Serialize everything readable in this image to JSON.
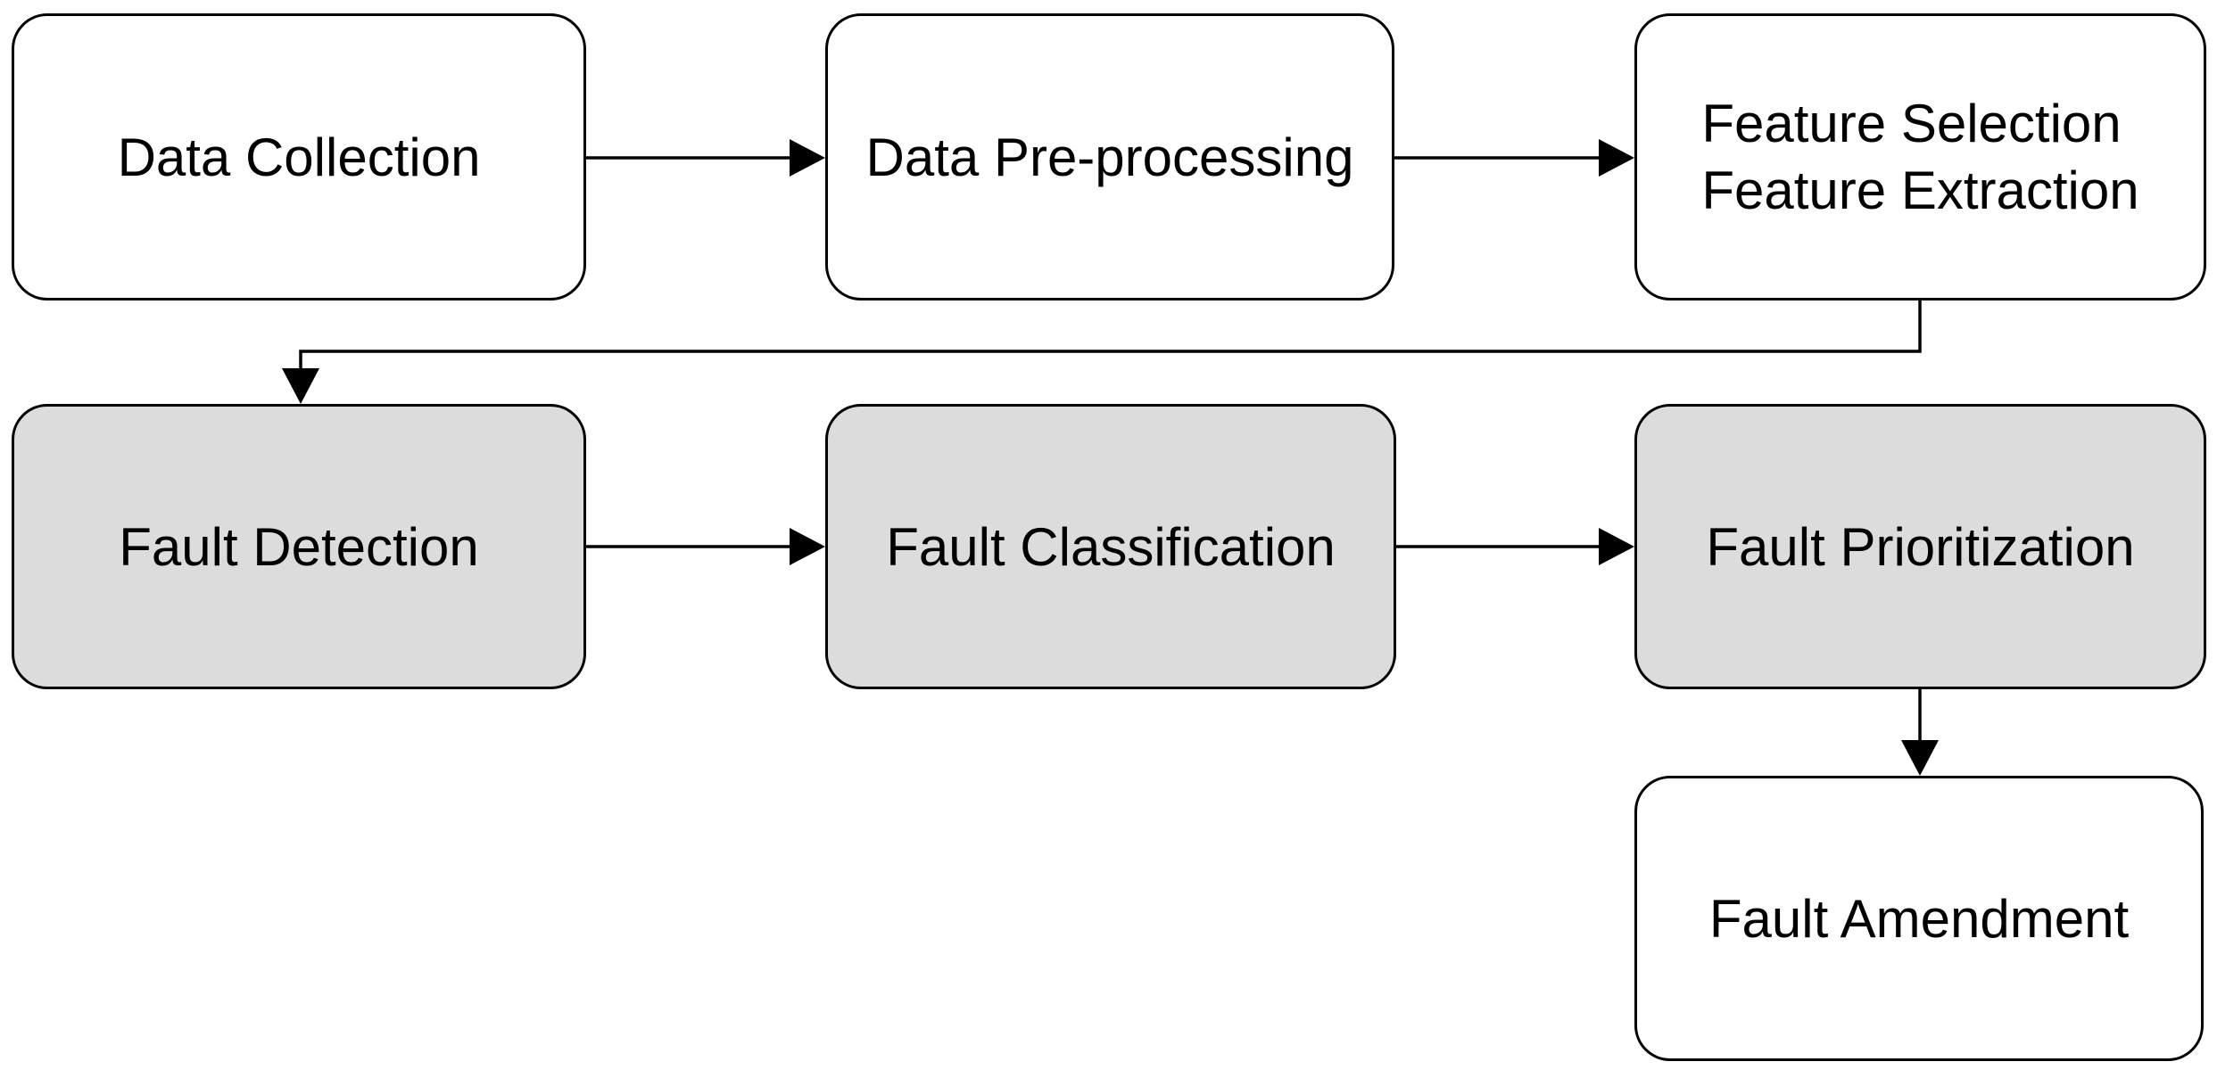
{
  "diagram": {
    "nodes": [
      {
        "id": "data-collection",
        "label": "Data Collection",
        "shaded": false
      },
      {
        "id": "data-pre-processing",
        "label": "Data Pre-processing",
        "shaded": false
      },
      {
        "id": "feature-sel-ext",
        "label_lines": [
          "Feature Selection",
          "Feature Extraction"
        ],
        "shaded": false
      },
      {
        "id": "fault-detection",
        "label": "Fault Detection",
        "shaded": true
      },
      {
        "id": "fault-classification",
        "label": "Fault Classification",
        "shaded": true
      },
      {
        "id": "fault-prioritization",
        "label": "Fault Prioritization",
        "shaded": true
      },
      {
        "id": "fault-amendment",
        "label": "Fault Amendment",
        "shaded": false
      }
    ],
    "edges": [
      {
        "from": "data-collection",
        "to": "data-pre-processing"
      },
      {
        "from": "data-pre-processing",
        "to": "feature-sel-ext"
      },
      {
        "from": "feature-sel-ext",
        "to": "fault-detection"
      },
      {
        "from": "fault-detection",
        "to": "fault-classification"
      },
      {
        "from": "fault-classification",
        "to": "fault-prioritization"
      },
      {
        "from": "fault-prioritization",
        "to": "fault-amendment"
      }
    ],
    "colors": {
      "background": "#ffffff",
      "node_fill_plain": "#ffffff",
      "node_fill_shaded": "#dcdcdc",
      "line": "#000000"
    }
  }
}
